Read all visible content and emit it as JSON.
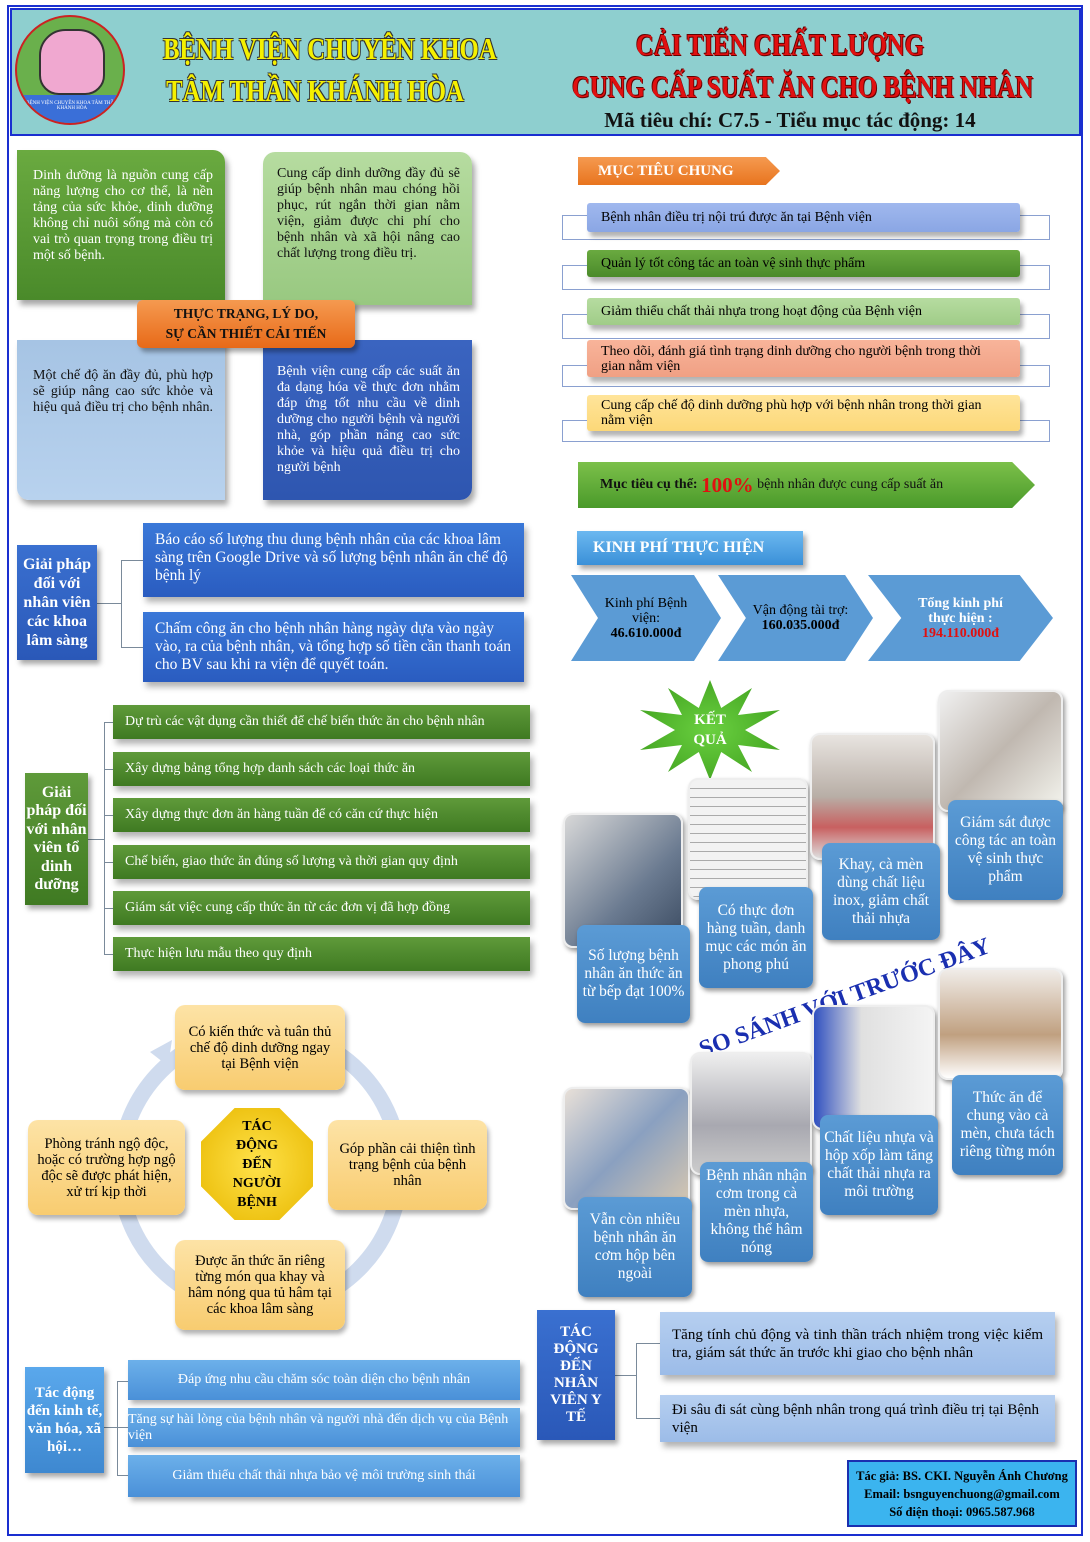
{
  "header": {
    "logo_text": "BỆNH VIỆN CHUYÊN KHOA TÂM THẦN KHÁNH HÒA",
    "hospital_line1": "BỆNH VIỆN CHUYÊN KHOA",
    "hospital_line2": "TÂM THẦN KHÁNH HÒA",
    "title_line1": "CẢI TIẾN CHẤT LƯỢNG",
    "title_line2": "CUNG CẤP SUẤT ĂN CHO BỆNH NHÂN",
    "subtitle": "Mã tiêu chí: C7.5 - Tiểu mục tác động: 14"
  },
  "status": {
    "label_line1": "THỰC TRẠNG, LÝ DO,",
    "label_line2": "SỰ CẦN THIẾT CẢI TIẾN",
    "boxes": [
      "Dinh dưỡng là nguồn cung cấp năng lượng cho cơ thể, là nền tảng của sức khỏe, dinh dưỡng không chỉ nuôi sống mà còn có vai trò quan trọng trong điều trị một số bệnh.",
      "Cung cấp dinh dưỡng đầy đủ sẽ giúp bệnh nhân mau chóng hồi phục, rút ngắn thời gian nằm viện, giảm được chi phí cho bệnh nhân và xã hội nâng cao chất lượng trong điều trị.",
      "Một chế độ ăn đầy đủ, phù hợp sẽ giúp nâng cao sức khỏe và hiệu quả điều trị cho bệnh nhân.",
      "Bệnh viện cung cấp các suất ăn đa dạng hóa về thực đơn nhằm đáp ứng tốt nhu cầu về dinh dưỡng cho người bệnh và người nhà, góp phần nâng cao sức khỏe và hiệu quả điều trị cho người bệnh"
    ]
  },
  "clinical": {
    "label": "Giải pháp đối với nhân viên các khoa lâm sàng",
    "items": [
      "Báo cáo số lượng thu dung bệnh nhân của các khoa lâm sàng trên Google Drive và số lượng bệnh nhân ăn chế độ bệnh lý",
      "Chấm công ăn cho bệnh nhân hàng ngày dựa vào ngày vào, ra của bệnh nhân, và tổng hợp số tiền cần thanh toán cho BV sau khi ra viện để quyết toán."
    ]
  },
  "nutrition": {
    "label": "Giải pháp đối với nhân viên tổ dinh dưỡng",
    "items": [
      "Dự trù các vật dụng cần thiết để chế biến thức ăn cho bệnh nhân",
      "Xây dựng bảng tổng hợp danh sách các loại thức ăn",
      "Xây dựng thực đơn ăn hàng tuần để có căn cứ thực hiện",
      "Chế biến, giao thức ăn đúng số lượng và thời gian quy định",
      "Giám sát việc cung cấp thức ăn từ các đơn vị đã hợp đồng",
      "Thực hiện lưu mẫu theo quy định"
    ]
  },
  "patient_impact": {
    "center": "TÁC ĐỘNG ĐẾN NGƯỜI BỆNH",
    "top": "Có kiến thức và tuân thủ chế độ dinh dưỡng ngay tại Bệnh viện",
    "right": "Góp phần cải thiện tình trạng bệnh của bệnh nhân",
    "bottom": "Được ăn thức ăn riêng từng món qua khay và hâm nóng qua tủ hâm tại các khoa lâm sàng",
    "left": "Phòng tránh ngộ độc, hoặc có trường hợp ngộ độc sẽ được phát hiện, xử trí kịp thời"
  },
  "socio_impact": {
    "label": "Tác động đến kinh tế, văn hóa, xã hội…",
    "items": [
      "Đáp ứng nhu cầu chăm sóc toàn diện cho bệnh nhân",
      "Tăng sự hài lòng của bệnh nhân và người nhà đến dịch vụ của Bệnh viện",
      "Giảm thiểu chất thải nhựa bảo vệ môi trường sinh thái"
    ]
  },
  "goals": {
    "label": "MỤC TIÊU CHUNG",
    "items": [
      "Bệnh nhân điều trị nội trú được ăn tại Bệnh viện",
      "Quản lý tốt công tác an toàn vệ sinh thực phẩm",
      "Giảm thiểu chất thải nhựa trong hoạt động của Bệnh viện",
      "Theo dõi, đánh giá tình trạng dinh dưỡng cho người bệnh trong thời gian nằm viện",
      "Cung cấp chế độ dinh dưỡng phù hợp với bệnh nhân trong thời gian nằm viện"
    ],
    "specific_prefix": "Mục tiêu cụ thể:",
    "specific_value": "100%",
    "specific_suffix": "bệnh nhân được cung cấp suất ăn"
  },
  "budget": {
    "label": "KINH PHÍ THỰC HIỆN",
    "hospital_label": "Kinh phí Bệnh viện:",
    "hospital_value": "46.610.000đ",
    "sponsor_label": "Vận động tài trợ:",
    "sponsor_value": "160.035.000đ",
    "total_label": "Tổng kinh phí thực hiện :",
    "total_value": "194.110.000đ"
  },
  "results": {
    "label": "KẾT QUẢ",
    "captions": [
      "Số lượng bệnh nhân ăn thức ăn từ bếp đạt 100%",
      "Có thực đơn hàng tuần, danh mục các món ăn phong phú",
      "Khay, cà mèn dùng chất liệu inox, giảm chất thải nhựa",
      "Giám sát được công tác an toàn vệ sinh thực phẩm"
    ]
  },
  "comparison": {
    "label": "SO SÁNH VỚI TRƯỚC ĐÂY",
    "captions": [
      "Vẫn còn nhiều bệnh nhân ăn cơm hộp bên ngoài",
      "Bệnh nhân nhận cơm trong cà mèn nhựa, không thể hâm nóng",
      "Chất liệu nhựa và hộp xốp làm tăng chất thải nhựa ra môi trường",
      "Thức ăn để chung vào cà mèn, chưa tách riêng từng món"
    ]
  },
  "staff_impact": {
    "label": "TÁC ĐỘNG ĐẾN NHÂN VIÊN Y TẾ",
    "items": [
      "Tăng tính chủ động và tinh thần trách nhiệm trong việc kiểm tra, giám sát thức ăn trước khi giao cho bệnh nhân",
      "Đi sâu đi sát cùng bệnh nhân trong quá trình điều trị tại Bệnh viện"
    ]
  },
  "author": {
    "name": "Tác giả: BS. CKI. Nguyễn Ánh Chương",
    "email": "Email: bsnguyenchuong@gmail.com",
    "phone": "Số điện thoại: 0965.587.968"
  }
}
